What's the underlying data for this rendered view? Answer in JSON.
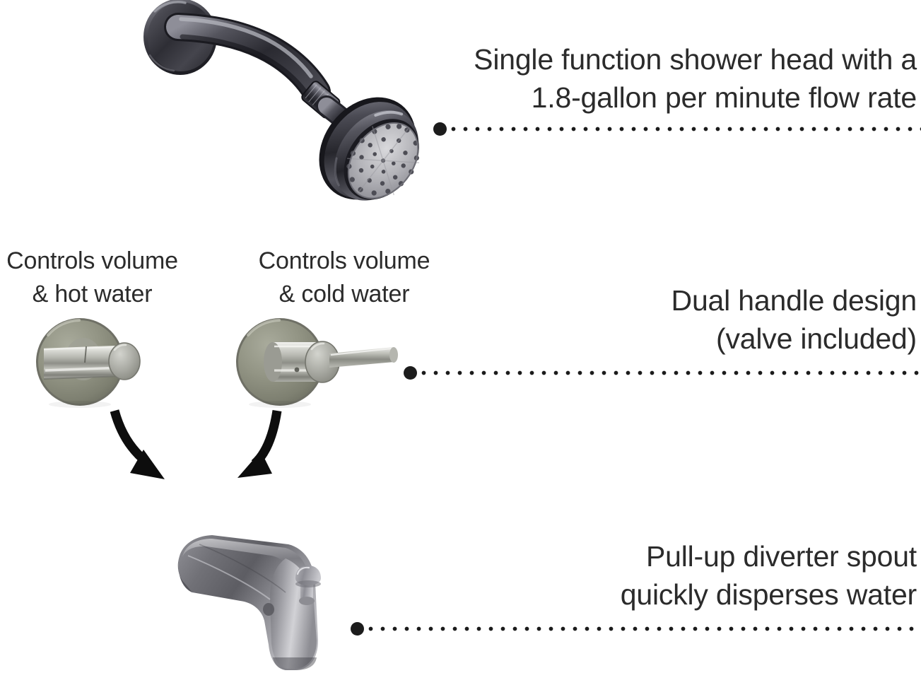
{
  "meta": {
    "background_color": "#ffffff",
    "text_color": "#2b2b2b",
    "leader_color": "#1c1c1c",
    "metal_finish": "brushed-nickel"
  },
  "callouts": [
    {
      "id": "showerhead",
      "name": "callout-shower-head",
      "line1": "Single function shower head with a",
      "line2": "1.8-gallon per minute flow rate",
      "flow_rate_gpm": "1.8"
    },
    {
      "id": "handles",
      "name": "callout-dual-handle",
      "line1": "Dual handle design",
      "line2": "(valve included)"
    },
    {
      "id": "spout",
      "name": "callout-tub-spout",
      "line1": "Pull-up diverter spout",
      "line2": "quickly disperses water"
    }
  ],
  "handle_captions": [
    {
      "id": "hot",
      "name": "caption-hot-handle",
      "line1": "Controls volume",
      "line2": "& hot water"
    },
    {
      "id": "cold",
      "name": "caption-cold-handle",
      "line1": "Controls volume",
      "line2": "& cold water"
    }
  ],
  "products": [
    {
      "id": "shower-head",
      "label": "shower head with wall-mount arm and flange"
    },
    {
      "id": "hot-handle",
      "label": "hot water lever handle with round escutcheon"
    },
    {
      "id": "cold-handle",
      "label": "cold water lever handle with round escutcheon"
    },
    {
      "id": "tub-spout",
      "label": "tub spout with pull-up diverter knob"
    }
  ],
  "arrows": [
    {
      "id": "hot-to-spout",
      "label": "curved arrow from hot handle to tub spout"
    },
    {
      "id": "cold-to-spout",
      "label": "curved arrow from cold handle to tub spout"
    }
  ]
}
